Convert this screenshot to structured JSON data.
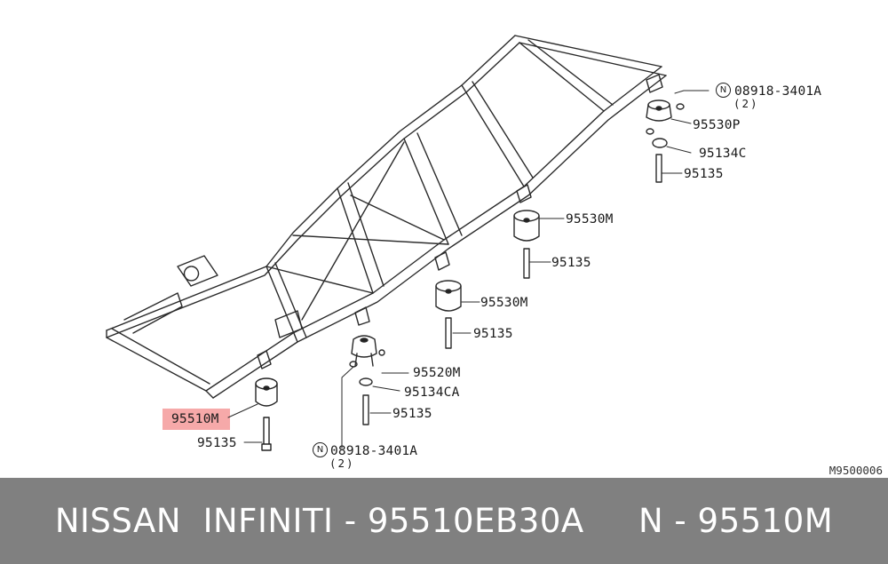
{
  "diagram": {
    "reference_code": "M9500006",
    "highlight_color": "#f5a0a0",
    "labels": {
      "p95510M": "95510M",
      "p95135_a": "95135",
      "p95520M": "95520M",
      "p95134CA": "95134CA",
      "p95135_b": "95135",
      "p95530M_a": "95530M",
      "p95135_c": "95135",
      "p95530M_b": "95530M",
      "p95135_d": "95135",
      "p08918_top": "08918-3401A",
      "p08918_top_qty": "(2)",
      "p95530P": "95530P",
      "p95134C": "95134C",
      "p95135_e": "95135",
      "p08918_bottom": "08918-3401A",
      "p08918_bottom_qty": "(2)",
      "n_symbol": "N"
    }
  },
  "footer": {
    "text": "NISSAN  INFINITI - 95510EB30A     N - 95510M",
    "background": "#808080",
    "text_color": "#ffffff"
  }
}
